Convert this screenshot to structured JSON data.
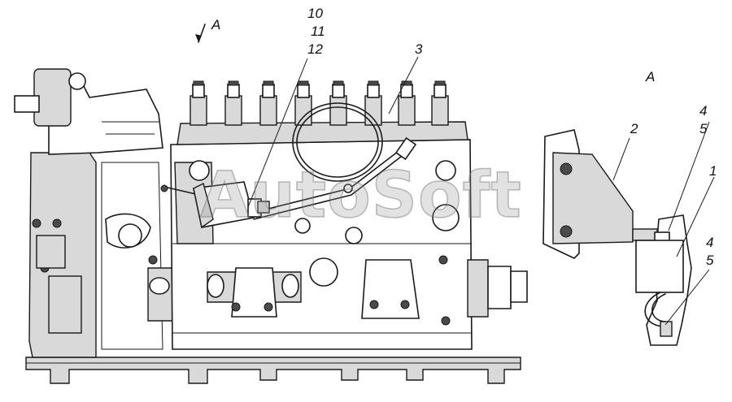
{
  "view_label_main": "A",
  "view_label_detail": "A",
  "callouts_main": [
    "10",
    "11",
    "12",
    "3"
  ],
  "callouts_detail": [
    "4",
    "5",
    "2",
    "1",
    "4",
    "5"
  ],
  "watermark": "AutoSoft"
}
